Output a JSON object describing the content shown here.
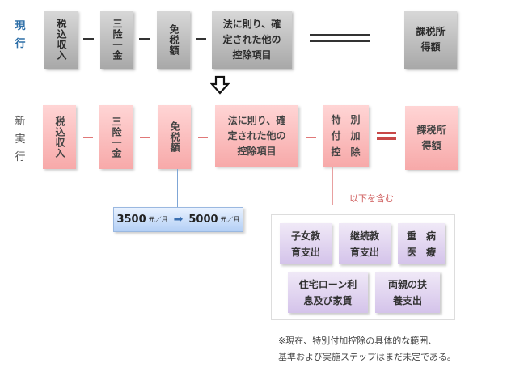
{
  "current": {
    "row_label": "現\n行",
    "boxes": [
      {
        "id": "income",
        "text": "税込収入"
      },
      {
        "id": "insurance",
        "text": "三险一金"
      },
      {
        "id": "exempt",
        "text": "免税額"
      },
      {
        "id": "deduction",
        "text": "法に則り、確\n定された他の\n控除項目"
      },
      {
        "id": "taxable",
        "text": "課税所\n得額"
      }
    ]
  },
  "new": {
    "row_label": "新\n実\n行",
    "boxes": [
      {
        "id": "income",
        "text": "税込収入"
      },
      {
        "id": "insurance",
        "text": "三险一金"
      },
      {
        "id": "exempt",
        "text": "免税額"
      },
      {
        "id": "deduction",
        "text": "法に則り、確\n定された他の\n控除項目"
      },
      {
        "id": "special",
        "text": "特　別\n付　加\n控　除"
      },
      {
        "id": "taxable",
        "text": "課税所\n得額"
      }
    ]
  },
  "exemption_change": {
    "from_value": "3500",
    "from_unit": "元／月",
    "to_value": "5000",
    "to_unit": "元／月"
  },
  "includes_label": "以下を含む",
  "special_items": [
    {
      "id": "children-education",
      "text": "子女教\n育支出"
    },
    {
      "id": "continuing-education",
      "text": "継続教\n育支出"
    },
    {
      "id": "serious-illness",
      "text": "重　病\n医　療"
    },
    {
      "id": "housing-loan",
      "text": "住宅ローン利\n息及び家賃"
    },
    {
      "id": "elderly-support",
      "text": "両親の扶\n養支出"
    }
  ],
  "note_lines": [
    "※現在、特別付加控除の具体的な範囲、",
    "基準および実施ステップはまだ未定である。"
  ],
  "colors": {
    "current_box": "#b5b5b5",
    "new_box": "#f7b5b5",
    "blue_box": "#c9dcf7",
    "purple_box": "#dccfee"
  }
}
